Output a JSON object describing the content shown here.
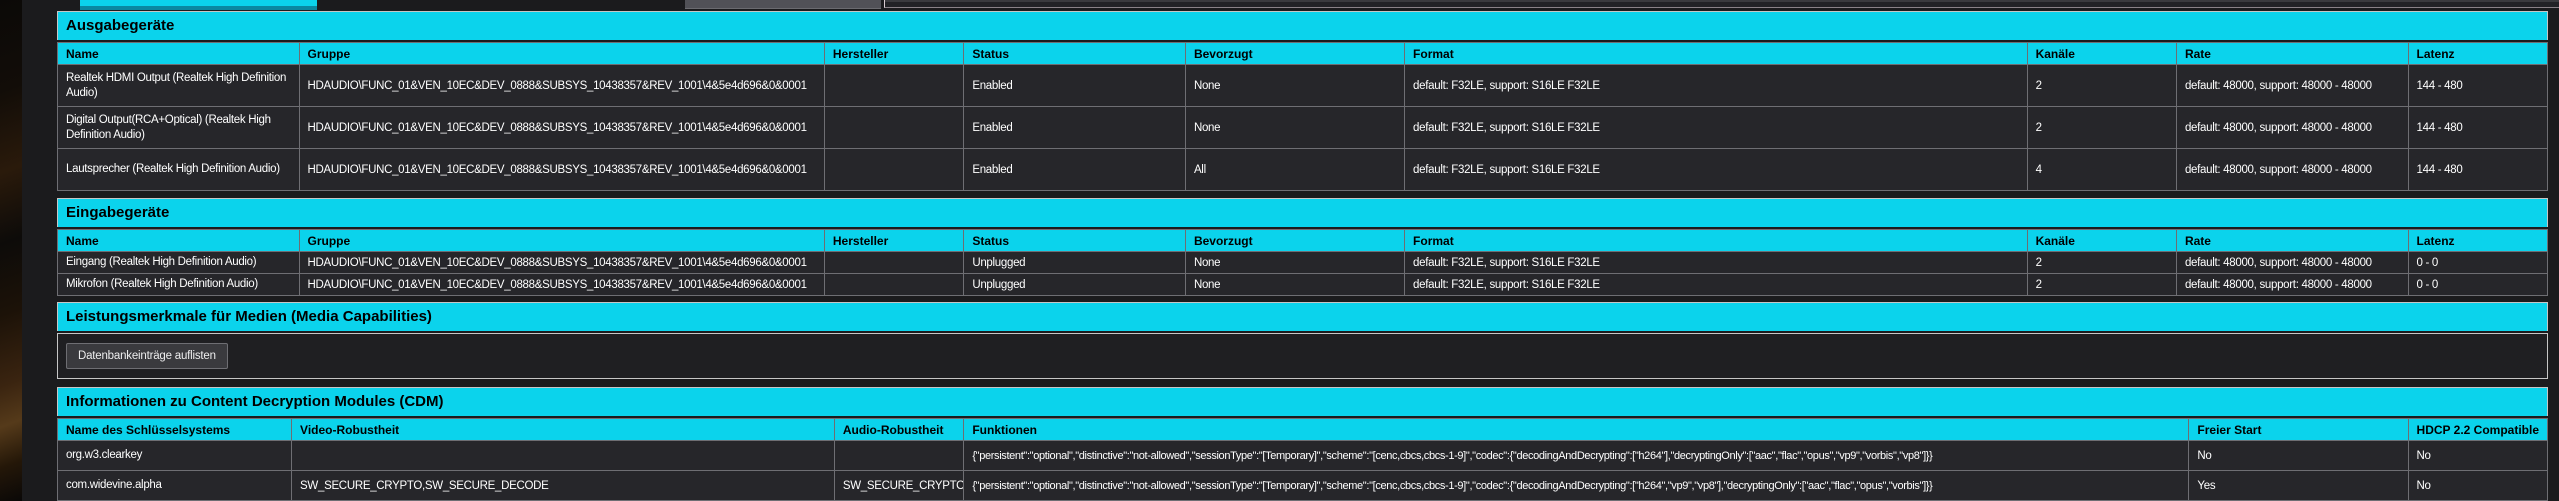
{
  "colors": {
    "accent_cyan": "#0bd3ec",
    "cell_background": "#26262a",
    "page_background": "#1b1b1d",
    "header_text": "#000000",
    "cell_text": "#ffffff"
  },
  "sections": {
    "output": {
      "title": "Ausgabegeräte",
      "columns": [
        "Name",
        "Gruppe",
        "Hersteller",
        "Status",
        "Bevorzugt",
        "Format",
        "Kanäle",
        "Rate",
        "Latenz"
      ],
      "rows": [
        [
          "Realtek HDMI Output (Realtek High Definition Audio)",
          "HDAUDIO\\FUNC_01&VEN_10EC&DEV_0888&SUBSYS_10438357&REV_1001\\4&5e4d696&0&0001",
          "",
          "Enabled",
          "None",
          "default: F32LE, support: S16LE F32LE",
          "2",
          "default: 48000, support: 48000 - 48000",
          "144 - 480"
        ],
        [
          "Digital Output(RCA+Optical) (Realtek High Definition Audio)",
          "HDAUDIO\\FUNC_01&VEN_10EC&DEV_0888&SUBSYS_10438357&REV_1001\\4&5e4d696&0&0001",
          "",
          "Enabled",
          "None",
          "default: F32LE, support: S16LE F32LE",
          "2",
          "default: 48000, support: 48000 - 48000",
          "144 - 480"
        ],
        [
          "Lautsprecher (Realtek High Definition Audio)",
          "HDAUDIO\\FUNC_01&VEN_10EC&DEV_0888&SUBSYS_10438357&REV_1001\\4&5e4d696&0&0001",
          "",
          "Enabled",
          "All",
          "default: F32LE, support: S16LE F32LE",
          "4",
          "default: 48000, support: 48000 - 48000",
          "144 - 480"
        ]
      ]
    },
    "input": {
      "title": "Eingabegeräte",
      "columns": [
        "Name",
        "Gruppe",
        "Hersteller",
        "Status",
        "Bevorzugt",
        "Format",
        "Kanäle",
        "Rate",
        "Latenz"
      ],
      "rows": [
        [
          "Eingang (Realtek High Definition Audio)",
          "HDAUDIO\\FUNC_01&VEN_10EC&DEV_0888&SUBSYS_10438357&REV_1001\\4&5e4d696&0&0001",
          "",
          "Unplugged",
          "None",
          "default: F32LE, support: S16LE F32LE",
          "2",
          "default: 48000, support: 48000 - 48000",
          "0 - 0"
        ],
        [
          "Mikrofon (Realtek High Definition Audio)",
          "HDAUDIO\\FUNC_01&VEN_10EC&DEV_0888&SUBSYS_10438357&REV_1001\\4&5e4d696&0&0001",
          "",
          "Unplugged",
          "None",
          "default: F32LE, support: S16LE F32LE",
          "2",
          "default: 48000, support: 48000 - 48000",
          "0 - 0"
        ]
      ]
    },
    "media_capabilities": {
      "title": "Leistungsmerkmale für Medien (Media Capabilities)",
      "button_label": "Datenbankeinträge auflisten"
    },
    "cdm": {
      "title": "Informationen zu Content Decryption Modules (CDM)",
      "columns": [
        "Name des Schlüsselsystems",
        "Video-Robustheit",
        "Audio-Robustheit",
        "Funktionen",
        "Freier Start",
        "HDCP 2.2 Compatible"
      ],
      "rows": [
        [
          "org.w3.clearkey",
          "",
          "",
          "{\"persistent\":\"optional\",\"distinctive\":\"not-allowed\",\"sessionType\":\"[Temporary]\",\"scheme\":\"[cenc,cbcs,cbcs-1-9]\",\"codec\":{\"decodingAndDecrypting\":[\"h264\"],\"decryptingOnly\":[\"aac\",\"flac\",\"opus\",\"vp9\",\"vorbis\",\"vp8\"]}}",
          "No",
          "No"
        ],
        [
          "com.widevine.alpha",
          "SW_SECURE_CRYPTO,SW_SECURE_DECODE",
          "SW_SECURE_CRYPTO",
          "{\"persistent\":\"optional\",\"distinctive\":\"not-allowed\",\"sessionType\":\"[Temporary]\",\"scheme\":\"[cenc,cbcs,cbcs-1-9]\",\"codec\":{\"decodingAndDecrypting\":[\"h264\",\"vp9\",\"vp8\"],\"decryptingOnly\":[\"aac\",\"flac\",\"opus\",\"vorbis\"]}}",
          "Yes",
          "No"
        ]
      ]
    }
  }
}
